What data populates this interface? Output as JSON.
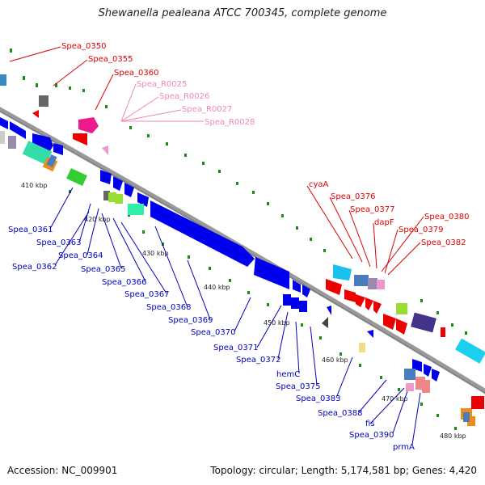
{
  "title": "Shewanella pealeana ATCC 700345, complete genome",
  "footer": {
    "accession": "Accession: NC_009901",
    "summary": "Topology: circular; Length: 5,174,581 bp; Genes: 4,420"
  },
  "ticks": [
    "410 kbp",
    "420 kbp",
    "430 kbp",
    "440 kbp",
    "450 kbp",
    "460 kbp",
    "470 kbp",
    "480 kbp"
  ],
  "labels_top": [
    "Spea_0350",
    "Spea_0355",
    "Spea_0360"
  ],
  "labels_rrna": [
    "Spea_R0025",
    "Spea_R0026",
    "Spea_R0027",
    "Spea_R0028"
  ],
  "labels_right": [
    "cyaA",
    "Spea_0376",
    "Spea_0377",
    "dapF",
    "Spea_0380",
    "Spea_0379",
    "Spea_0382"
  ],
  "labels_bottom": [
    "Spea_0361",
    "Spea_0363",
    "Spea_0364",
    "Spea_0362",
    "Spea_0365",
    "Spea_0366",
    "Spea_0367",
    "Spea_0368",
    "Spea_0369",
    "Spea_0370",
    "Spea_0371",
    "Spea_0372",
    "hemC",
    "Spea_0375",
    "Spea_0383",
    "Spea_0388",
    "fis",
    "Spea_0390",
    "prmA"
  ],
  "colors": {
    "backbone": "#999999",
    "forward_label": "#dd0000",
    "rna_label": "#ee88bb",
    "reverse_label": "#0000bb",
    "gene_blue": "#0000ee",
    "gene_red": "#ee0000",
    "gc_dots": "#228b22"
  }
}
